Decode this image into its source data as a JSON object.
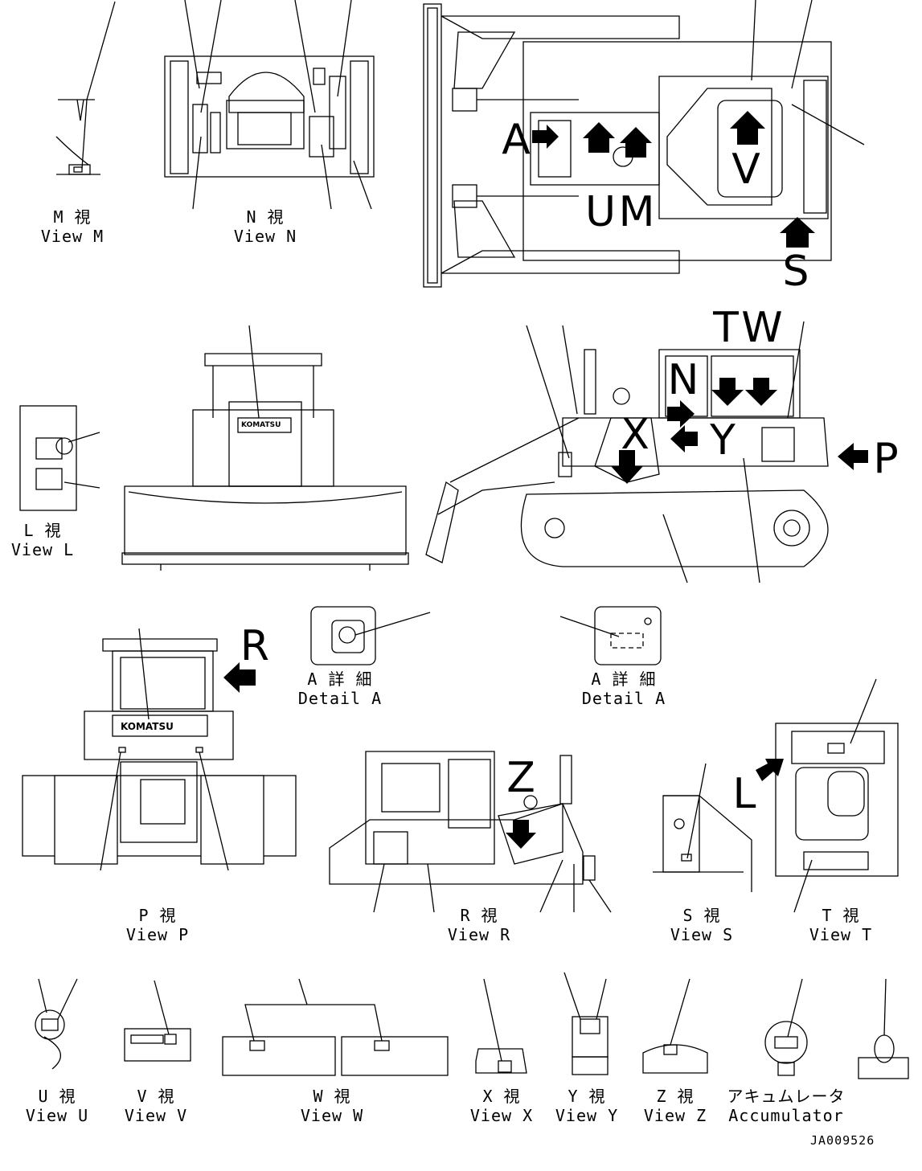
{
  "views": {
    "m": {
      "jp": "M 視",
      "en": "View M"
    },
    "n": {
      "jp": "N 視",
      "en": "View N"
    },
    "l": {
      "jp": "L 視",
      "en": "View L"
    },
    "p": {
      "jp": "P 視",
      "en": "View P"
    },
    "r": {
      "jp": "R 視",
      "en": "View R"
    },
    "s": {
      "jp": "S 視",
      "en": "View S"
    },
    "t": {
      "jp": "T 視",
      "en": "View T"
    },
    "u": {
      "jp": "U 視",
      "en": "View U"
    },
    "v": {
      "jp": "V 視",
      "en": "View V"
    },
    "w": {
      "jp": "W 視",
      "en": "View W"
    },
    "x": {
      "jp": "X 視",
      "en": "View X"
    },
    "y": {
      "jp": "Y 視",
      "en": "View Y"
    },
    "z": {
      "jp": "Z 視",
      "en": "View Z"
    }
  },
  "details": {
    "a1": {
      "jp": "A 詳 細",
      "en": "Detail A"
    },
    "a2": {
      "jp": "A 詳 細",
      "en": "Detail A"
    }
  },
  "accumulator": {
    "jp": "アキュムレータ",
    "en": "Accumulator"
  },
  "view_letters": {
    "a": "A",
    "u": "U",
    "m": "M",
    "v": "V",
    "s": "S",
    "t": "T",
    "w": "W",
    "n": "N",
    "x": "X",
    "y": "Y",
    "p": "P",
    "r": "R",
    "z": "Z",
    "l": "L"
  },
  "brand": "KOMATSU",
  "drawing_number": "JA009526"
}
